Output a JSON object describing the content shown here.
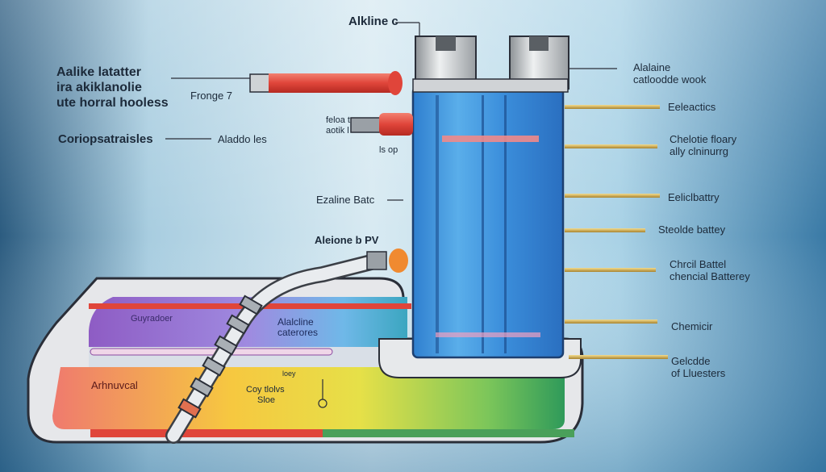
{
  "title_label": "Alkline c",
  "left_labels": {
    "block": [
      "Aalike latatter",
      "ira akiklanolie",
      "ute horral hooless"
    ],
    "flange": "Fronge 7",
    "corrosion": "Coriopsatraisles",
    "aladole": "Aladdo les",
    "valve": [
      "feloa t",
      "aotik l"
    ],
    "valve_bottom": "ls op",
    "ezaline": "Ezaline Batc",
    "aleione": "Aleione b PV"
  },
  "right_labels": {
    "alalaine": [
      "Alalaine",
      "catloodde wook"
    ],
    "items": [
      {
        "lines": [
          "Eeleactics"
        ]
      },
      {
        "lines": [
          "Chelotie floary",
          "ally clninurrg"
        ]
      },
      {
        "lines": [
          "Eeliclbattry"
        ]
      },
      {
        "lines": [
          "Steolde battey"
        ]
      },
      {
        "lines": [
          "Chrcil Battel",
          "chencial Batterey"
        ]
      },
      {
        "lines": [
          "Chemicir"
        ]
      },
      {
        "lines": [
          "Gelcdde",
          "of Lluesters"
        ]
      }
    ]
  },
  "tray_labels": {
    "purple": "Guyradoer",
    "center": [
      "Alalcline",
      "caterores"
    ],
    "red": "Arhnuvcal",
    "yellow_small": "loey",
    "yellow": [
      "Coy tlolvs",
      "Sloe"
    ]
  },
  "colors": {
    "battery_blue": "#3a8fd8",
    "pipe_red": "#e0453a",
    "lead_gold": "#c9a44a"
  }
}
